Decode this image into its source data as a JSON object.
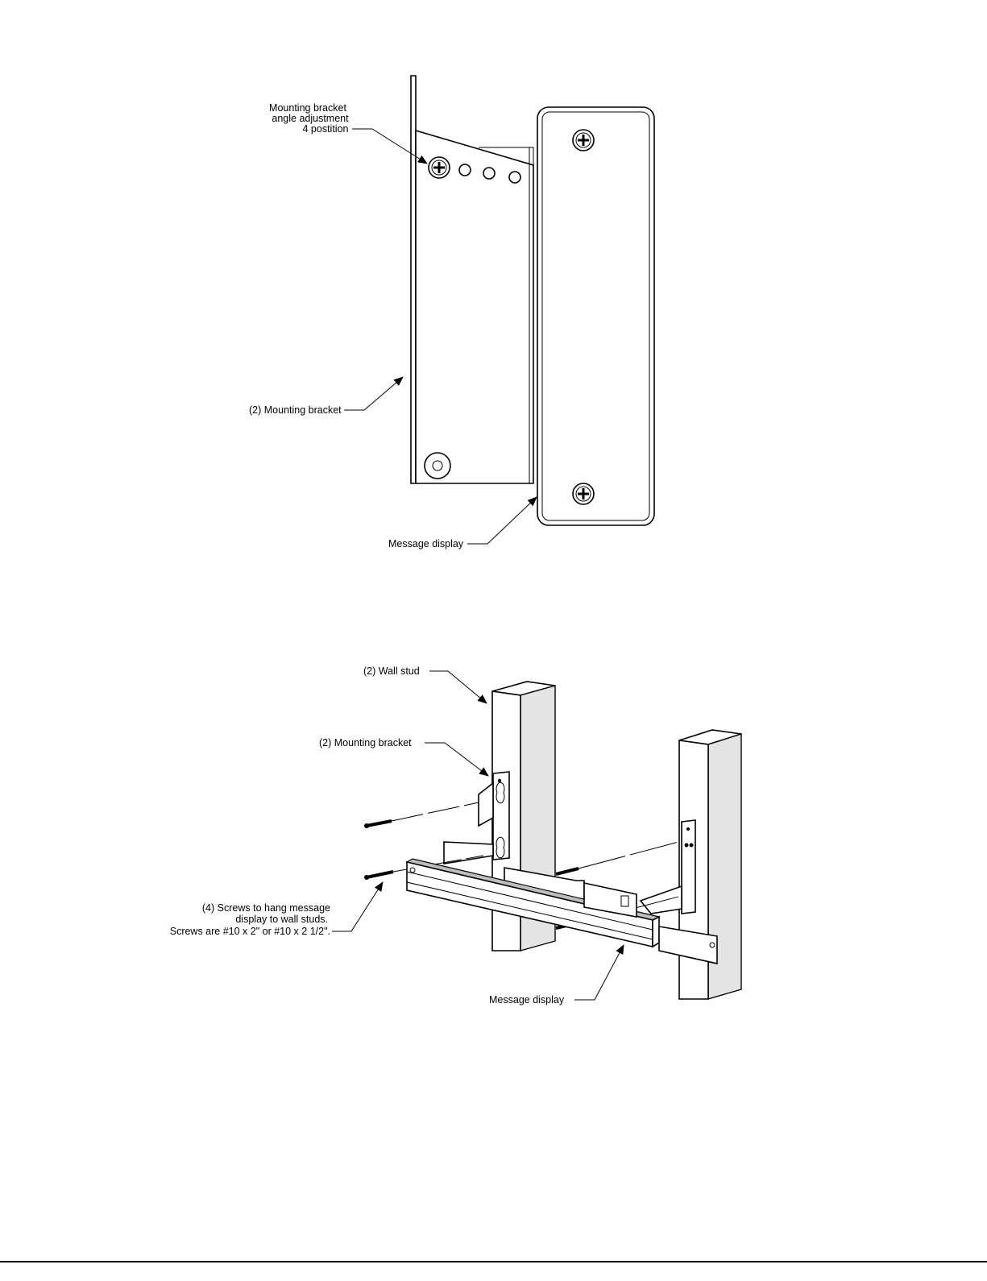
{
  "figure_top": {
    "labels": {
      "angle_line1": "Mounting bracket",
      "angle_line2": "angle adjustment",
      "angle_line3": "4 postition",
      "bracket": "(2) Mounting bracket",
      "display": "Message display"
    }
  },
  "figure_bottom": {
    "labels": {
      "stud": "(2) Wall stud",
      "bracket": "(2) Mounting bracket",
      "screws_line1": "(4) Screws to hang message",
      "screws_line2": "display to wall studs.",
      "screws_line3": "Screws are #10 x 2\" or #10 x 2 1/2\".",
      "display": "Message display"
    }
  }
}
